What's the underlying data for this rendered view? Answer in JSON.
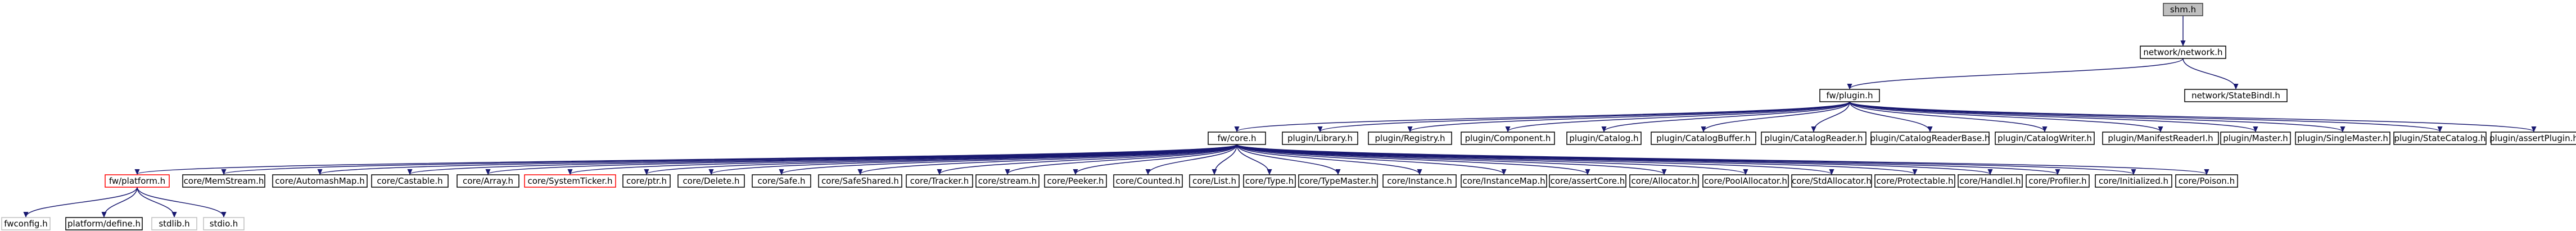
{
  "diagram": {
    "type": "include-dependency-graph",
    "colors": {
      "edge": "#191970",
      "root_fill": "#bfbfbf",
      "node_border": "#000000",
      "missing_border": "#bfbfbf",
      "error_border": "#ff0000"
    },
    "nodes": [
      {
        "id": "shm",
        "label": "shm.h",
        "kind": "root"
      },
      {
        "id": "network",
        "label": "network/network.h",
        "kind": "normal"
      },
      {
        "id": "plugin",
        "label": "fw/plugin.h",
        "kind": "normal"
      },
      {
        "id": "statebindi",
        "label": "network/StateBindI.h",
        "kind": "normal"
      },
      {
        "id": "core",
        "label": "fw/core.h",
        "kind": "normal"
      },
      {
        "id": "p_library",
        "label": "plugin/Library.h",
        "kind": "normal"
      },
      {
        "id": "p_registry",
        "label": "plugin/Registry.h",
        "kind": "normal"
      },
      {
        "id": "p_component",
        "label": "plugin/Component.h",
        "kind": "normal"
      },
      {
        "id": "p_catalog",
        "label": "plugin/Catalog.h",
        "kind": "normal"
      },
      {
        "id": "p_catbuf",
        "label": "plugin/CatalogBuffer.h",
        "kind": "normal"
      },
      {
        "id": "p_catreader",
        "label": "plugin/CatalogReader.h",
        "kind": "normal"
      },
      {
        "id": "p_catreaderbase",
        "label": "plugin/CatalogReaderBase.h",
        "kind": "normal"
      },
      {
        "id": "p_catwriter",
        "label": "plugin/CatalogWriter.h",
        "kind": "normal"
      },
      {
        "id": "p_manifest",
        "label": "plugin/ManifestReaderI.h",
        "kind": "normal"
      },
      {
        "id": "p_master",
        "label": "plugin/Master.h",
        "kind": "normal"
      },
      {
        "id": "p_singlemaster",
        "label": "plugin/SingleMaster.h",
        "kind": "normal"
      },
      {
        "id": "p_statecatalog",
        "label": "plugin/StateCatalog.h",
        "kind": "normal"
      },
      {
        "id": "p_assertplugin",
        "label": "plugin/assertPlugin.h",
        "kind": "normal"
      },
      {
        "id": "platform",
        "label": "fw/platform.h",
        "kind": "error"
      },
      {
        "id": "c_memstream",
        "label": "core/MemStream.h",
        "kind": "normal"
      },
      {
        "id": "c_automashmap",
        "label": "core/AutomashMap.h",
        "kind": "normal"
      },
      {
        "id": "c_castable",
        "label": "core/Castable.h",
        "kind": "normal"
      },
      {
        "id": "c_array",
        "label": "core/Array.h",
        "kind": "normal"
      },
      {
        "id": "c_systemticker",
        "label": "core/SystemTicker.h",
        "kind": "error"
      },
      {
        "id": "c_ptr",
        "label": "core/ptr.h",
        "kind": "normal"
      },
      {
        "id": "c_delete",
        "label": "core/Delete.h",
        "kind": "normal"
      },
      {
        "id": "c_safe",
        "label": "core/Safe.h",
        "kind": "normal"
      },
      {
        "id": "c_safeshared",
        "label": "core/SafeShared.h",
        "kind": "normal"
      },
      {
        "id": "c_tracker",
        "label": "core/Tracker.h",
        "kind": "normal"
      },
      {
        "id": "c_stream",
        "label": "core/stream.h",
        "kind": "normal"
      },
      {
        "id": "c_peeker",
        "label": "core/Peeker.h",
        "kind": "normal"
      },
      {
        "id": "c_counted",
        "label": "core/Counted.h",
        "kind": "normal"
      },
      {
        "id": "c_list",
        "label": "core/List.h",
        "kind": "normal"
      },
      {
        "id": "c_type",
        "label": "core/Type.h",
        "kind": "normal"
      },
      {
        "id": "c_typemaster",
        "label": "core/TypeMaster.h",
        "kind": "normal"
      },
      {
        "id": "c_instance",
        "label": "core/Instance.h",
        "kind": "normal"
      },
      {
        "id": "c_instancemap",
        "label": "core/InstanceMap.h",
        "kind": "normal"
      },
      {
        "id": "c_assertcore",
        "label": "core/assertCore.h",
        "kind": "normal"
      },
      {
        "id": "c_allocator",
        "label": "core/Allocator.h",
        "kind": "normal"
      },
      {
        "id": "c_poolallocator",
        "label": "core/PoolAllocator.h",
        "kind": "normal"
      },
      {
        "id": "c_stdallocator",
        "label": "core/StdAllocator.h",
        "kind": "normal"
      },
      {
        "id": "c_protectable",
        "label": "core/Protectable.h",
        "kind": "normal"
      },
      {
        "id": "c_handlei",
        "label": "core/HandleI.h",
        "kind": "normal"
      },
      {
        "id": "c_profiler",
        "label": "core/Profiler.h",
        "kind": "normal"
      },
      {
        "id": "c_initialized",
        "label": "core/Initialized.h",
        "kind": "normal"
      },
      {
        "id": "c_poison",
        "label": "core/Poison.h",
        "kind": "normal"
      },
      {
        "id": "fwconfig",
        "label": "fwconfig.h",
        "kind": "missing"
      },
      {
        "id": "platform_define",
        "label": "platform/define.h",
        "kind": "normal"
      },
      {
        "id": "stdlib",
        "label": "stdlib.h",
        "kind": "missing"
      },
      {
        "id": "stdio",
        "label": "stdio.h",
        "kind": "missing"
      }
    ],
    "edges": [
      [
        "shm",
        "network"
      ],
      [
        "network",
        "plugin"
      ],
      [
        "network",
        "statebindi"
      ],
      [
        "plugin",
        "core"
      ],
      [
        "plugin",
        "p_library"
      ],
      [
        "plugin",
        "p_registry"
      ],
      [
        "plugin",
        "p_component"
      ],
      [
        "plugin",
        "p_catalog"
      ],
      [
        "plugin",
        "p_catbuf"
      ],
      [
        "plugin",
        "p_catreader"
      ],
      [
        "plugin",
        "p_catreaderbase"
      ],
      [
        "plugin",
        "p_catwriter"
      ],
      [
        "plugin",
        "p_manifest"
      ],
      [
        "plugin",
        "p_master"
      ],
      [
        "plugin",
        "p_singlemaster"
      ],
      [
        "plugin",
        "p_statecatalog"
      ],
      [
        "plugin",
        "p_assertplugin"
      ],
      [
        "core",
        "platform"
      ],
      [
        "core",
        "c_memstream"
      ],
      [
        "core",
        "c_automashmap"
      ],
      [
        "core",
        "c_castable"
      ],
      [
        "core",
        "c_array"
      ],
      [
        "core",
        "c_systemticker"
      ],
      [
        "core",
        "c_ptr"
      ],
      [
        "core",
        "c_delete"
      ],
      [
        "core",
        "c_safe"
      ],
      [
        "core",
        "c_safeshared"
      ],
      [
        "core",
        "c_tracker"
      ],
      [
        "core",
        "c_stream"
      ],
      [
        "core",
        "c_peeker"
      ],
      [
        "core",
        "c_counted"
      ],
      [
        "core",
        "c_list"
      ],
      [
        "core",
        "c_type"
      ],
      [
        "core",
        "c_typemaster"
      ],
      [
        "core",
        "c_instance"
      ],
      [
        "core",
        "c_instancemap"
      ],
      [
        "core",
        "c_assertcore"
      ],
      [
        "core",
        "c_allocator"
      ],
      [
        "core",
        "c_poolallocator"
      ],
      [
        "core",
        "c_stdallocator"
      ],
      [
        "core",
        "c_protectable"
      ],
      [
        "core",
        "c_handlei"
      ],
      [
        "core",
        "c_profiler"
      ],
      [
        "core",
        "c_initialized"
      ],
      [
        "core",
        "c_poison"
      ],
      [
        "platform",
        "fwconfig"
      ],
      [
        "platform",
        "platform_define"
      ],
      [
        "platform",
        "stdlib"
      ],
      [
        "platform",
        "stdio"
      ]
    ]
  }
}
